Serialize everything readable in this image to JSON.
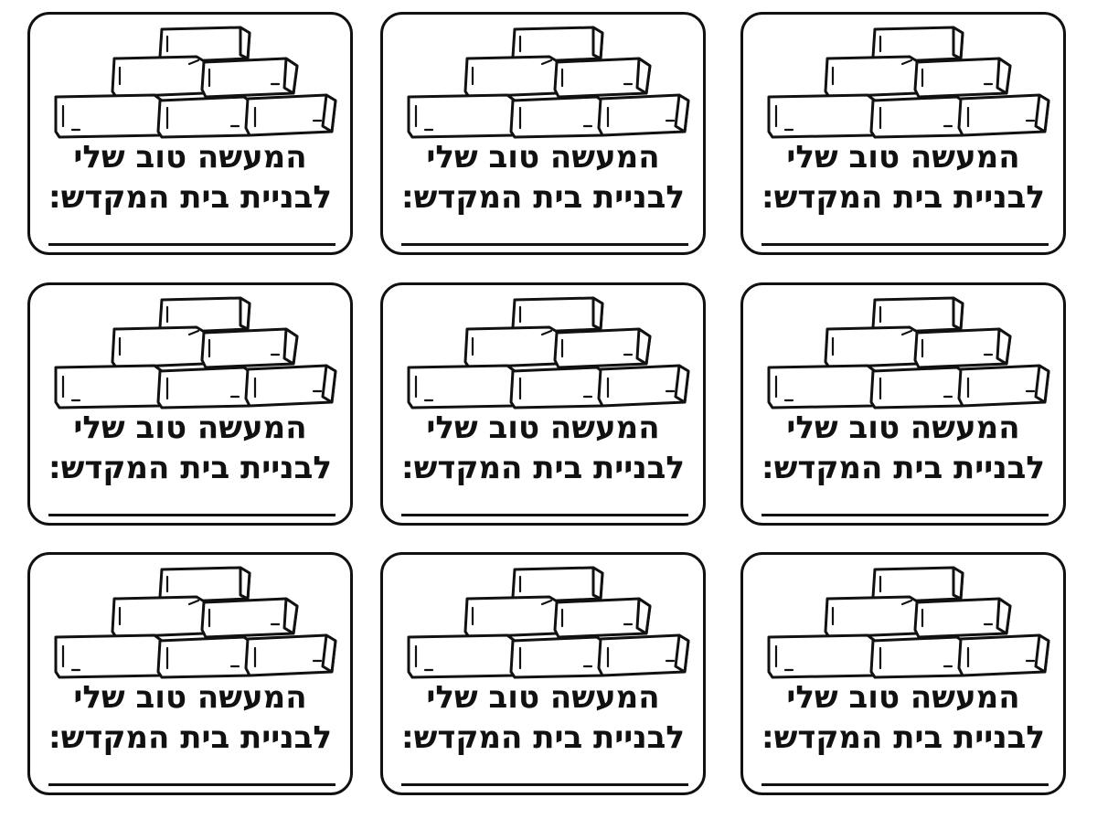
{
  "card": {
    "line1": "המעשה טוב שלי",
    "line2": "לבניית בית המקדש:"
  },
  "illustration": "brick-pyramid-icon",
  "grid": {
    "rows": 3,
    "columns": 3
  }
}
